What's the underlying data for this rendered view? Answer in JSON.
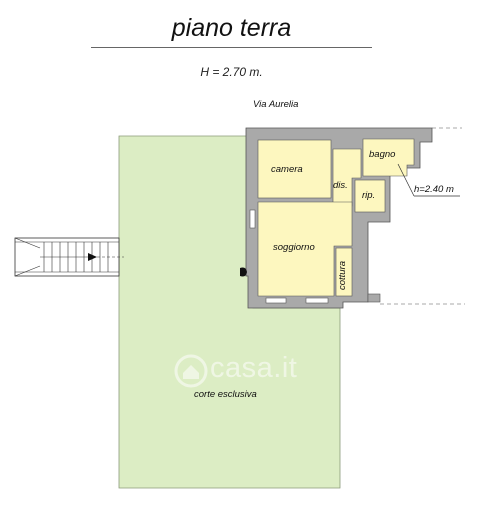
{
  "title": "piano terra",
  "height_note": "H = 2.70 m.",
  "street": "Via Aurelia",
  "rooms": {
    "camera": "camera",
    "bagno": "bagno",
    "dis": "dis.",
    "rip": "rip.",
    "soggiorno": "soggiorno",
    "cottura": "cottura"
  },
  "ceiling_note": "h=2.40 m",
  "courtyard": "corte esclusiva",
  "watermark": "casa.it",
  "colors": {
    "courtyard": "#dcedc4",
    "rooms": "#fdf7bf",
    "walls": "#a9a9a9",
    "wall_edge": "#555555"
  }
}
